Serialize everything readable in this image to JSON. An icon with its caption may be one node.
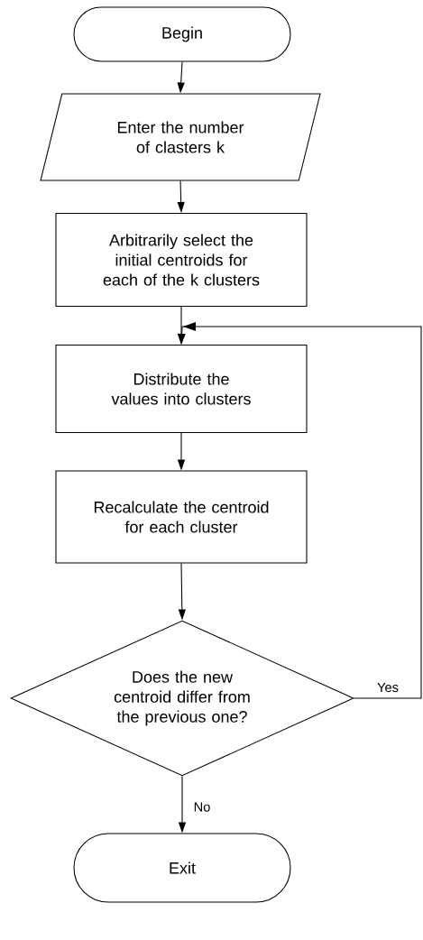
{
  "diagram": {
    "nodes": [
      {
        "text": [
          "Begin"
        ]
      },
      {
        "text": [
          "Enter the number of clasters k"
        ]
      },
      {
        "text": [
          "Arbitrarily select the initial centroids for each of the k clusters"
        ]
      },
      {
        "text": [
          "Distribute the values into clusters"
        ]
      },
      {
        "text": [
          "Recalculate the centroid for each cluster"
        ]
      },
      {
        "text": [
          "Does the new centroid differ from the previous one?"
        ]
      },
      {
        "text": [
          "Exit"
        ]
      }
    ],
    "edges": [
      {
        "from": 0,
        "to": 1,
        "arrow": "to"
      },
      {
        "from": 1,
        "to": 2,
        "arrow": "to"
      },
      {
        "from": 2,
        "to": 3,
        "arrow": "to"
      },
      {
        "from": 3,
        "to": 4,
        "arrow": "to"
      },
      {
        "from": 4,
        "to": 5,
        "arrow": "to"
      },
      {
        "from": 5,
        "to": 6,
        "arrow": "to",
        "label": "No"
      },
      {
        "from": 5,
        "to": 3,
        "arrow": "to",
        "label": "Yes"
      }
    ]
  }
}
